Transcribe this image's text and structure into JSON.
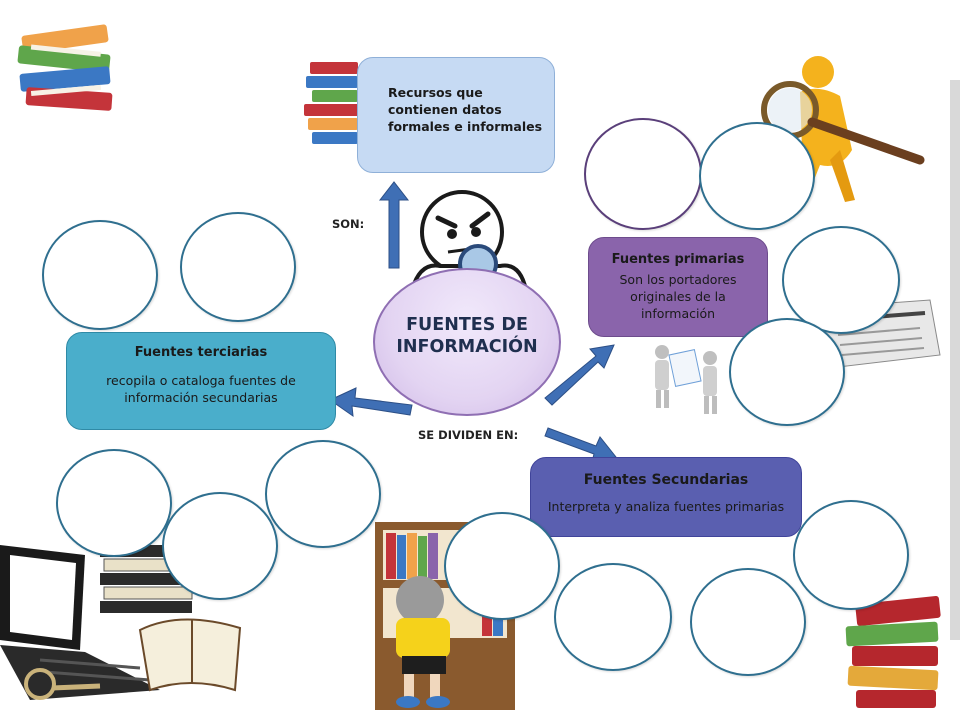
{
  "center": {
    "line1": "FUENTES DE",
    "line2": "INFORMACIÓN"
  },
  "labels": {
    "son": "SON:",
    "se_dividen": "SE DIVIDEN EN:"
  },
  "recursos": {
    "line1": "Recursos que",
    "line2": "contienen datos",
    "line3": "formales e informales"
  },
  "primarias": {
    "title": "Fuentes primarias",
    "line1": "Son los portadores",
    "line2": "originales de la",
    "line3": "información"
  },
  "terciarias": {
    "title": "Fuentes terciarias",
    "line1": "recopila o cataloga fuentes de",
    "line2": "información secundarias"
  },
  "secundarias": {
    "title": "Fuentes Secundarias",
    "desc": "Interpreta y analiza fuentes primarias"
  },
  "colors": {
    "recursos_box": "#c6daf3",
    "primarias_box": "#8a64ab",
    "terciarias_box": "#4aaecb",
    "secundarias_box": "#5a5fb0",
    "arrow": "#3f6fb5",
    "circle_border": "#2f6f8f"
  },
  "icons": [
    "books-stack-icon",
    "magnifier-figure-icon",
    "reading-figure-icon",
    "newspaper-icon",
    "people-document-icon",
    "laptop-books-icon",
    "child-bookshelf-icon",
    "red-books-icon",
    "computer-mouse-icon"
  ]
}
